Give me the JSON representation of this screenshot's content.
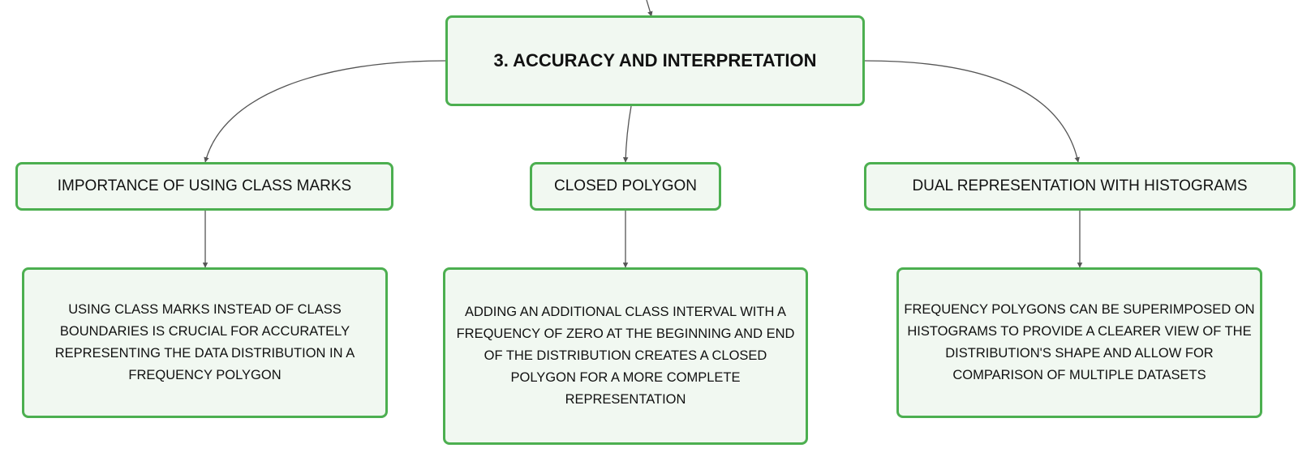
{
  "diagram": {
    "type": "mind-map",
    "colors": {
      "border": "#4caf50",
      "fill": "#f1f8f1",
      "line": "#555555",
      "text": "#111111"
    },
    "root": {
      "label": "3. ACCURACY AND INTERPRETATION"
    },
    "topics": [
      {
        "label": "IMPORTANCE OF USING CLASS MARKS",
        "detail": "USING CLASS MARKS INSTEAD OF CLASS\nBOUNDARIES IS CRUCIAL FOR ACCURATELY\nREPRESENTING THE DATA DISTRIBUTION IN A\nFREQUENCY POLYGON"
      },
      {
        "label": "CLOSED POLYGON",
        "detail": "ADDING AN ADDITIONAL CLASS INTERVAL WITH A\nFREQUENCY OF ZERO AT THE BEGINNING AND END\nOF THE DISTRIBUTION CREATES A CLOSED\nPOLYGON FOR A MORE COMPLETE\nREPRESENTATION"
      },
      {
        "label": "DUAL REPRESENTATION WITH HISTOGRAMS",
        "detail": "FREQUENCY POLYGONS CAN BE SUPERIMPOSED ON\nHISTOGRAMS TO PROVIDE A CLEARER VIEW OF THE\nDISTRIBUTION'S SHAPE AND ALLOW FOR\nCOMPARISON OF MULTIPLE DATASETS"
      }
    ]
  }
}
